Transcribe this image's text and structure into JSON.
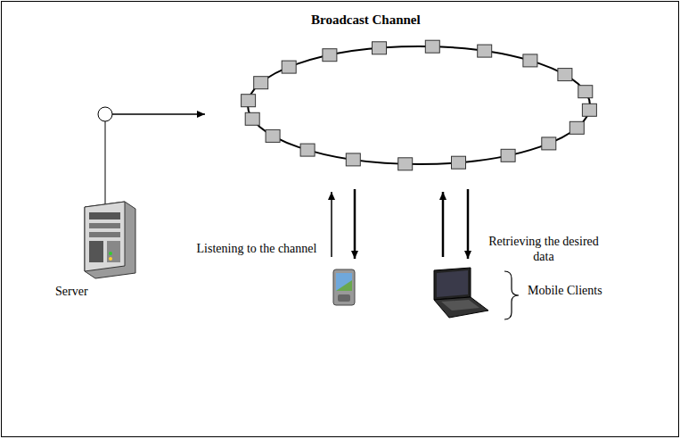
{
  "diagram": {
    "title": "Broadcast Channel",
    "labels": [
      "Server",
      "Listening to the channel",
      "Retrieving the desired data",
      "Mobile Clients"
    ]
  }
}
